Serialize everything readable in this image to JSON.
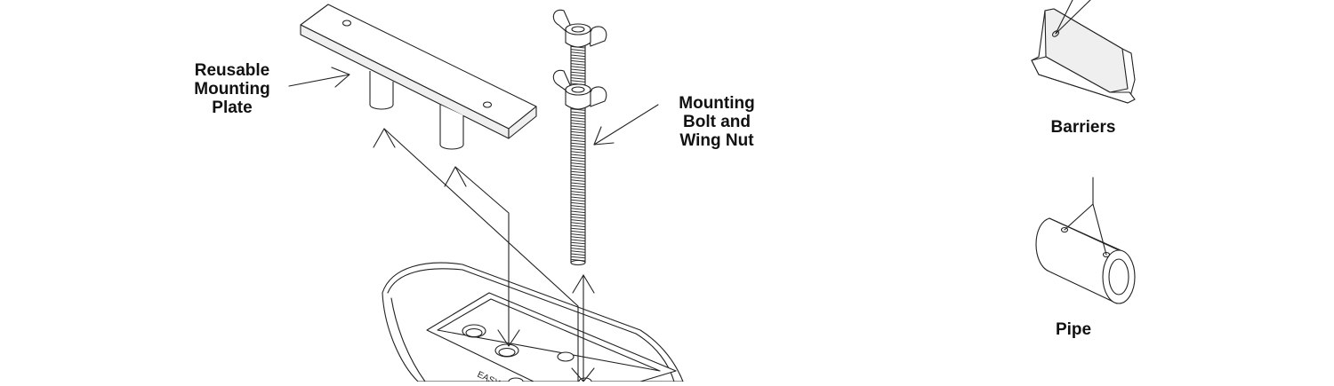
{
  "labels": {
    "mounting_plate": [
      "Reusable",
      "Mounting",
      "Plate"
    ],
    "mounting_bolt": [
      "Mounting",
      "Bolt  and",
      "Wing Nut"
    ],
    "barriers": "Barriers",
    "pipe": "Pipe",
    "base_stamp": "EASY"
  }
}
